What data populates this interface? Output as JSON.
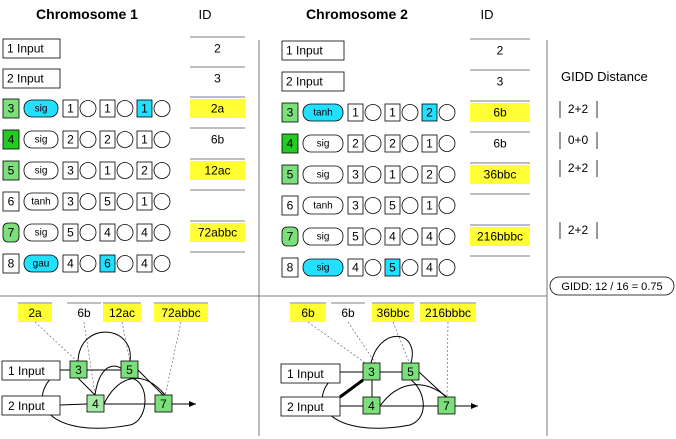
{
  "headers": {
    "chrom1": "Chromosome 1",
    "id1": "ID",
    "chrom2": "Chromosome 2",
    "id2": "ID",
    "gidd_distance": "GIDD Distance"
  },
  "colors": {
    "node_green": "#7be07b",
    "node_green_bright": "#22cc22",
    "node_green_light": "#a6e8a6",
    "activation_cyan": "#22e0ff",
    "id_yellow": "#ffff33",
    "line": "#000000",
    "dashed": "#555555"
  },
  "chrom1": {
    "rows": [
      {
        "num": "1",
        "label": "Input",
        "id": "2",
        "id_highlight": false
      },
      {
        "num": "2",
        "label": "Input",
        "id": "3",
        "id_highlight": false
      },
      {
        "num": "3",
        "num_color": "#7be07b",
        "act": "sig",
        "act_highlight": true,
        "genes": [
          [
            "1",
            false
          ],
          [
            "1",
            false
          ],
          [
            "1",
            true
          ]
        ],
        "id": "2a",
        "id_highlight": true
      },
      {
        "num": "4",
        "num_color": "#22cc22",
        "act": "sig",
        "act_highlight": false,
        "genes": [
          [
            "2",
            false
          ],
          [
            "2",
            false
          ],
          [
            "1",
            false
          ]
        ],
        "id": "6b",
        "id_highlight": false
      },
      {
        "num": "5",
        "num_color": "#7be07b",
        "act": "sig",
        "act_highlight": false,
        "genes": [
          [
            "3",
            false
          ],
          [
            "1",
            false
          ],
          [
            "2",
            false
          ]
        ],
        "id": "12ac",
        "id_highlight": true
      },
      {
        "num": "6",
        "act": "tanh",
        "act_highlight": false,
        "genes": [
          [
            "3",
            false
          ],
          [
            "5",
            false
          ],
          [
            "1",
            false
          ]
        ],
        "id": "",
        "id_highlight": false
      },
      {
        "num": "7",
        "num_color": "#7be07b",
        "num_round": true,
        "act": "sig",
        "act_highlight": false,
        "genes": [
          [
            "5",
            false
          ],
          [
            "4",
            false
          ],
          [
            "4",
            false
          ]
        ],
        "id": "72abbc",
        "id_highlight": true
      },
      {
        "num": "8",
        "act": "gau",
        "act_highlight": true,
        "genes": [
          [
            "4",
            false
          ],
          [
            "6",
            true
          ],
          [
            "4",
            false
          ]
        ],
        "id": "",
        "id_highlight": false
      }
    ]
  },
  "chrom2": {
    "rows": [
      {
        "num": "1",
        "label": "Input",
        "id": "2",
        "id_highlight": false
      },
      {
        "num": "2",
        "label": "Input",
        "id": "3",
        "id_highlight": false
      },
      {
        "num": "3",
        "num_color": "#7be07b",
        "act": "tanh",
        "act_highlight": true,
        "genes": [
          [
            "1",
            false
          ],
          [
            "1",
            false
          ],
          [
            "2",
            true
          ]
        ],
        "id": "6b",
        "id_highlight": true
      },
      {
        "num": "4",
        "num_color": "#22cc22",
        "act": "sig",
        "act_highlight": false,
        "genes": [
          [
            "2",
            false
          ],
          [
            "2",
            false
          ],
          [
            "1",
            false
          ]
        ],
        "id": "6b",
        "id_highlight": false
      },
      {
        "num": "5",
        "num_color": "#7be07b",
        "act": "sig",
        "act_highlight": false,
        "genes": [
          [
            "3",
            false
          ],
          [
            "1",
            false
          ],
          [
            "2",
            false
          ]
        ],
        "id": "36bbc",
        "id_highlight": true
      },
      {
        "num": "6",
        "act": "tanh",
        "act_highlight": false,
        "genes": [
          [
            "3",
            false
          ],
          [
            "5",
            false
          ],
          [
            "1",
            false
          ]
        ],
        "id": "",
        "id_highlight": false
      },
      {
        "num": "7",
        "num_color": "#7be07b",
        "num_round": true,
        "act": "sig",
        "act_highlight": false,
        "genes": [
          [
            "5",
            false
          ],
          [
            "4",
            false
          ],
          [
            "4",
            false
          ]
        ],
        "id": "216bbbc",
        "id_highlight": true
      },
      {
        "num": "8",
        "act": "sig",
        "act_highlight": true,
        "genes": [
          [
            "4",
            false
          ],
          [
            "5",
            true
          ],
          [
            "4",
            false
          ]
        ],
        "id": "",
        "id_highlight": false
      }
    ]
  },
  "gidd": {
    "rows": [
      "2+2",
      "0+0",
      "2+2",
      "2+2"
    ],
    "result": "GIDD: 12 / 16 = 0.75"
  },
  "graph1": {
    "ids": [
      {
        "text": "2a",
        "highlight": true
      },
      {
        "text": "6b",
        "highlight": false
      },
      {
        "text": "12ac",
        "highlight": true
      },
      {
        "text": "72abbc",
        "highlight": true
      }
    ],
    "inputs": [
      "1  Input",
      "2  Input"
    ],
    "nodes": [
      "3",
      "4",
      "5",
      "7"
    ]
  },
  "graph2": {
    "ids": [
      {
        "text": "6b",
        "highlight": true
      },
      {
        "text": "6b",
        "highlight": false
      },
      {
        "text": "36bbc",
        "highlight": true
      },
      {
        "text": "216bbbc",
        "highlight": true
      }
    ],
    "inputs": [
      "1  Input",
      "2  Input"
    ],
    "nodes": [
      "3",
      "4",
      "5",
      "7"
    ]
  }
}
